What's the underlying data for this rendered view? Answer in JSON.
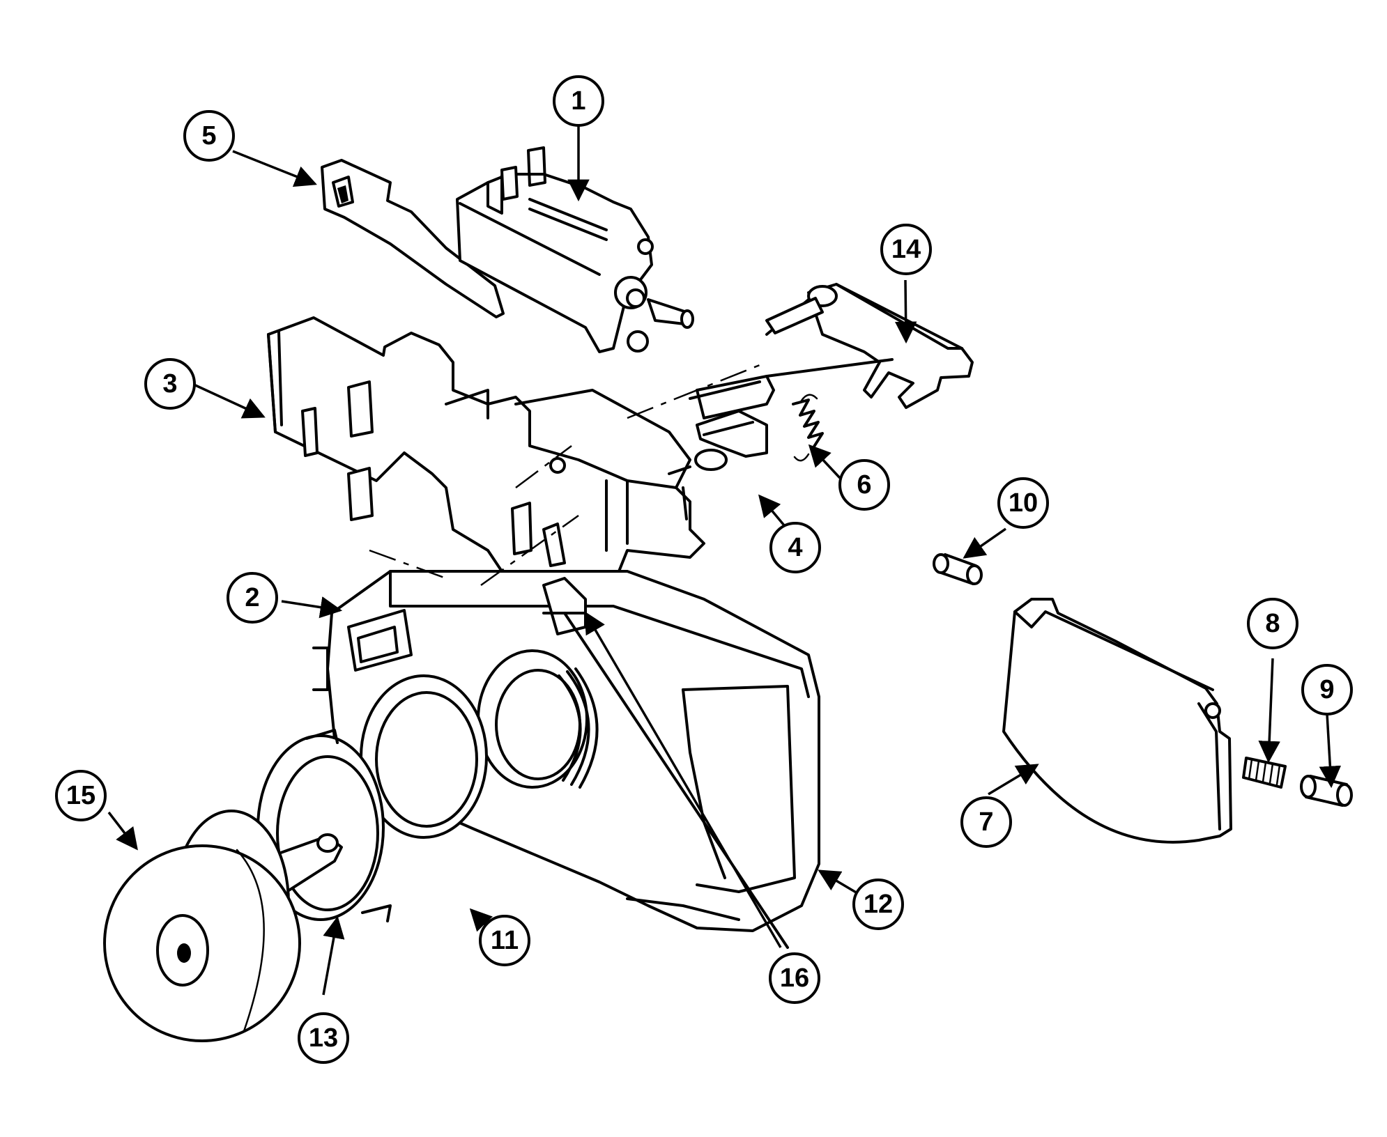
{
  "callouts": [
    {
      "id": "1",
      "label": "1"
    },
    {
      "id": "2",
      "label": "2"
    },
    {
      "id": "3",
      "label": "3"
    },
    {
      "id": "4",
      "label": "4"
    },
    {
      "id": "5",
      "label": "5"
    },
    {
      "id": "6",
      "label": "6"
    },
    {
      "id": "7",
      "label": "7"
    },
    {
      "id": "8",
      "label": "8"
    },
    {
      "id": "9",
      "label": "9"
    },
    {
      "id": "10",
      "label": "10"
    },
    {
      "id": "11",
      "label": "11"
    },
    {
      "id": "12",
      "label": "12"
    },
    {
      "id": "13",
      "label": "13"
    },
    {
      "id": "14",
      "label": "14"
    },
    {
      "id": "15",
      "label": "15"
    },
    {
      "id": "16",
      "label": "16"
    }
  ],
  "colors": {
    "ink": "#000000",
    "paper": "#ffffff"
  }
}
